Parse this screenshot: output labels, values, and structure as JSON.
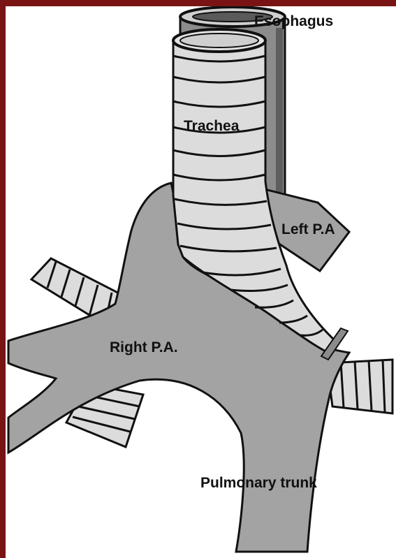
{
  "colors": {
    "frame_border": "#7a1414",
    "background": "#ffffff",
    "vessel": "#a3a3a3",
    "ring": "#dcdcdc",
    "outline": "#111111"
  },
  "labels": {
    "esophagus": "Esophagus",
    "trachea": "Trachea",
    "left_pa": "Left P.A",
    "right_pa": "Right P.A.",
    "pulmonary_trunk": "Pulmonary trunk"
  }
}
